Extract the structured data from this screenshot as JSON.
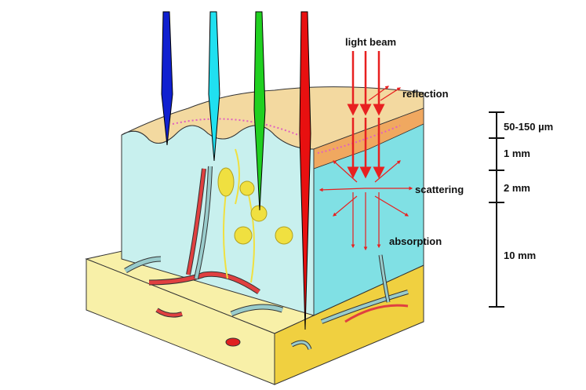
{
  "labels": {
    "light_beam": "light beam",
    "reflection": "reflection",
    "scattering": "scattering",
    "absorption": "absorption"
  },
  "scale": {
    "segments": [
      "50-150 µm",
      "1 mm",
      "2 mm",
      "10 mm"
    ]
  },
  "colors": {
    "needle_blue": "#1020d0",
    "needle_cyan": "#20e0f0",
    "needle_green": "#20d020",
    "needle_red": "#e81010",
    "arrow": "#e82020",
    "dermis": "#c8f0ee",
    "dermis_side": "#80e0e4",
    "fat": "#f8f0a8",
    "fat_side": "#f0d040",
    "epidermis": "#f3d9a0",
    "epidermis_side": "#f0a860"
  }
}
